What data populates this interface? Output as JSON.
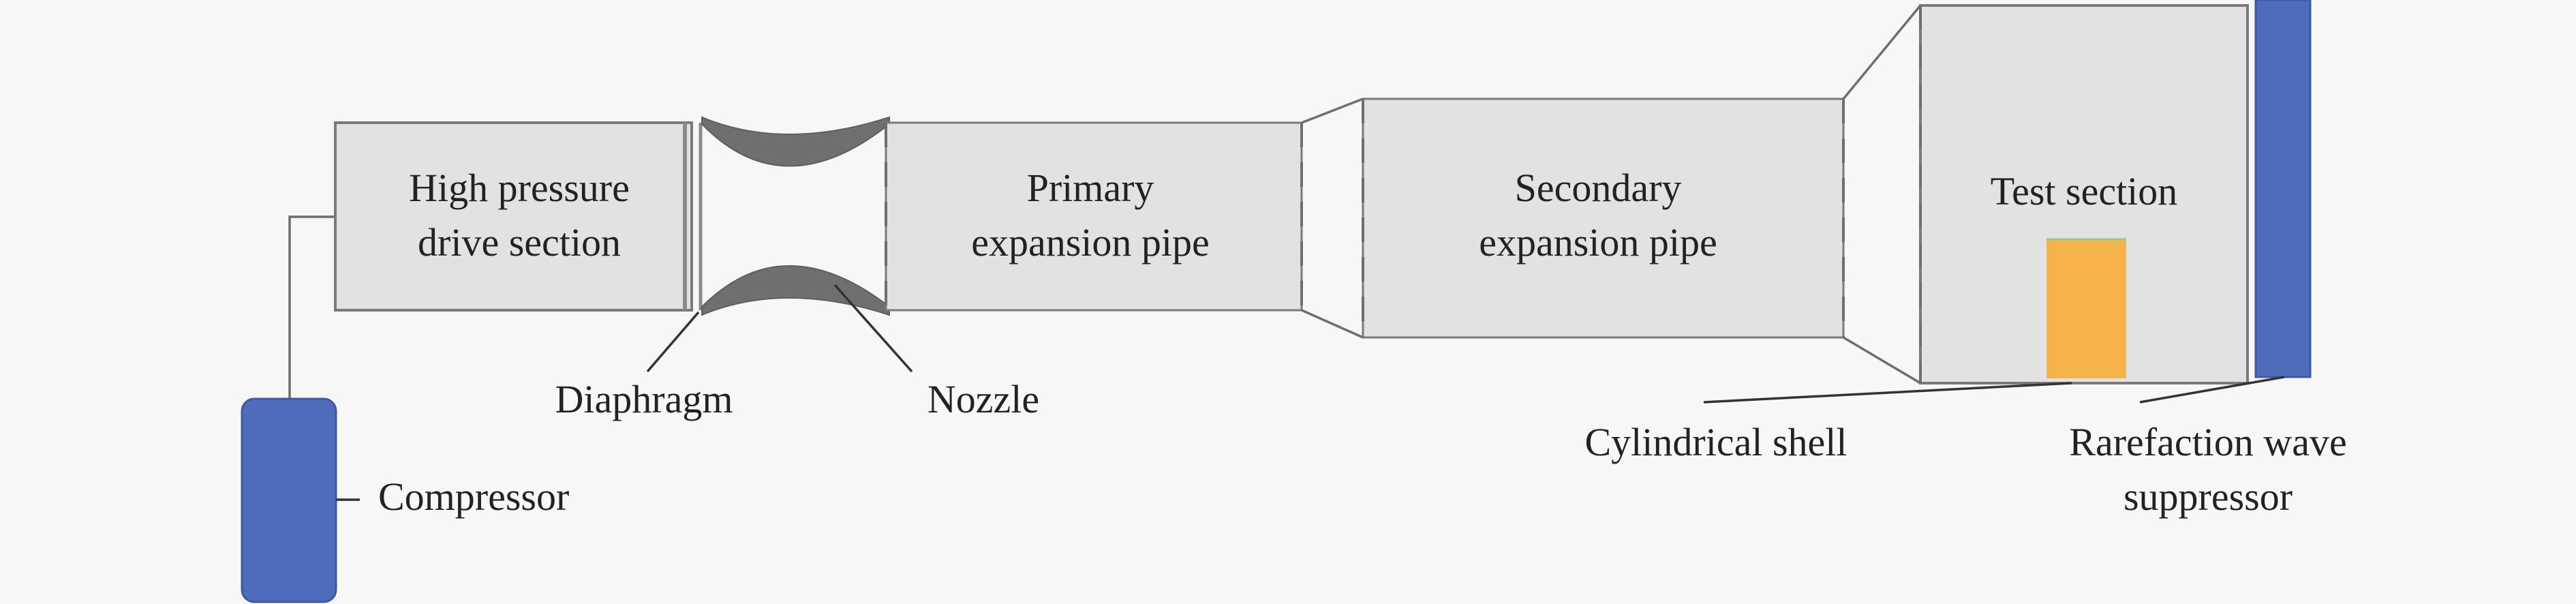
{
  "labels": {
    "high_pressure_line1": "High pressure",
    "high_pressure_line2": "drive section",
    "primary_line1": "Primary",
    "primary_line2": "expansion pipe",
    "secondary_line1": "Secondary",
    "secondary_line2": "expansion pipe",
    "test_section": "Test section",
    "diaphragm": "Diaphragm",
    "nozzle": "Nozzle",
    "compressor": "Compressor",
    "cylindrical_shell": "Cylindrical shell",
    "suppressor_line1": "Rarefaction wave",
    "suppressor_line2": "suppressor"
  },
  "colors": {
    "compressor": "#4f6cba",
    "suppressor": "#4f6cba",
    "cylindrical_shell": "#f6b24b",
    "section_fill": "#e2e2e2",
    "nozzle": "#6f6f6f"
  }
}
